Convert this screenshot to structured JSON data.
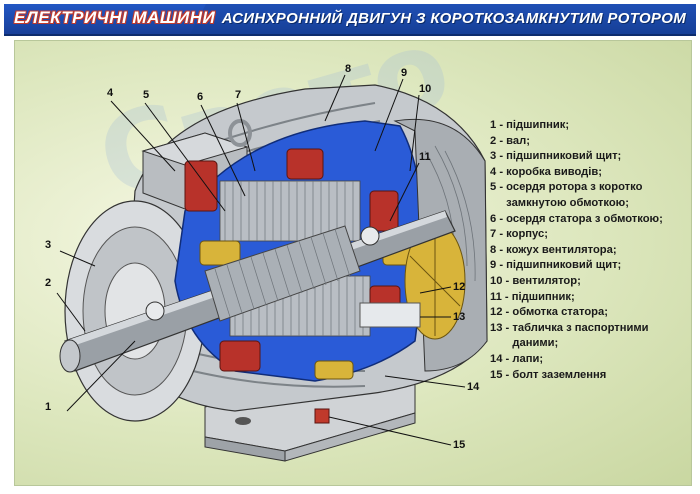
{
  "header": {
    "left_title": "ЕЛЕКТРИЧНІ МАШИНИ",
    "right_title": "АСИНХРОННИЙ ДВИГУН З КОРОТКОЗАМКНУТИМ РОТОРОМ"
  },
  "callouts": [
    "1",
    "2",
    "3",
    "4",
    "5",
    "6",
    "7",
    "8",
    "9",
    "10",
    "11",
    "12",
    "13",
    "14",
    "15"
  ],
  "legend": [
    {
      "num": "1 - ",
      "text": "підшипник;"
    },
    {
      "num": "2 - ",
      "text": "вал;"
    },
    {
      "num": "3 - ",
      "text": "підшипниковий щит;"
    },
    {
      "num": "4 - ",
      "text": "коробка виводів;"
    },
    {
      "num": "5 - ",
      "text": "осердя ротора з коротко замкнутою обмоткою;"
    },
    {
      "num": "6 - ",
      "text": "осердя статора з обмоткою;"
    },
    {
      "num": "7 - ",
      "text": "корпус;"
    },
    {
      "num": "8 - ",
      "text": "кожух вентилятора;"
    },
    {
      "num": "9 - ",
      "text": "підшипниковий щит;"
    },
    {
      "num": "10 - ",
      "text": "вентилятор;"
    },
    {
      "num": "11 - ",
      "text": "підшипник;"
    },
    {
      "num": "12 - ",
      "text": "обмотка статора;"
    },
    {
      "num": "13 - ",
      "text": "табличка з паспортними даними;"
    },
    {
      "num": "14 - ",
      "text": "лапи;"
    },
    {
      "num": "15 - ",
      "text": "болт заземлення"
    }
  ],
  "colors": {
    "header": "#1f4fb5",
    "casing": "#c8ccd0",
    "cutaway": "#2a5bd7",
    "winding": "#b8322a",
    "copper_alt": "#d8b43a",
    "shaft": "#8a9097"
  }
}
